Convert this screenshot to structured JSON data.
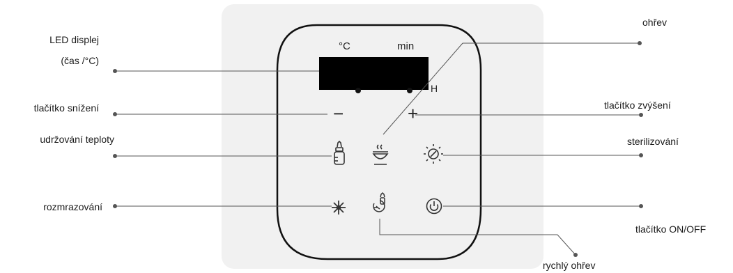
{
  "labels": {
    "led_line1": "LED displej",
    "led_line2": "(čas /°C)",
    "decrease": "tlačítko snížení",
    "keep_warm": "udržování teploty",
    "defrost": "rozmrazování",
    "heating": "ohřev",
    "increase": "tlačítko zvýšení",
    "sterilize": "sterilizování",
    "onoff": "tlačítko ON/OFF",
    "quick_heat": "rychlý ohřev"
  },
  "panel": {
    "unit_celsius": "°C",
    "unit_min": "min",
    "unit_hour": "H",
    "minus": "−",
    "plus": "+"
  },
  "icons": {
    "keep_warm": "bottle-icon",
    "heating": "bowl-heating-icon",
    "sterilize": "sterilize-icon",
    "defrost": "snowflake-icon",
    "quick_heat": "quick-heat-icon",
    "power": "power-icon"
  },
  "colors": {
    "panel_background": "#f1f1f1",
    "display": "#000000",
    "leader_line": "#555555"
  }
}
